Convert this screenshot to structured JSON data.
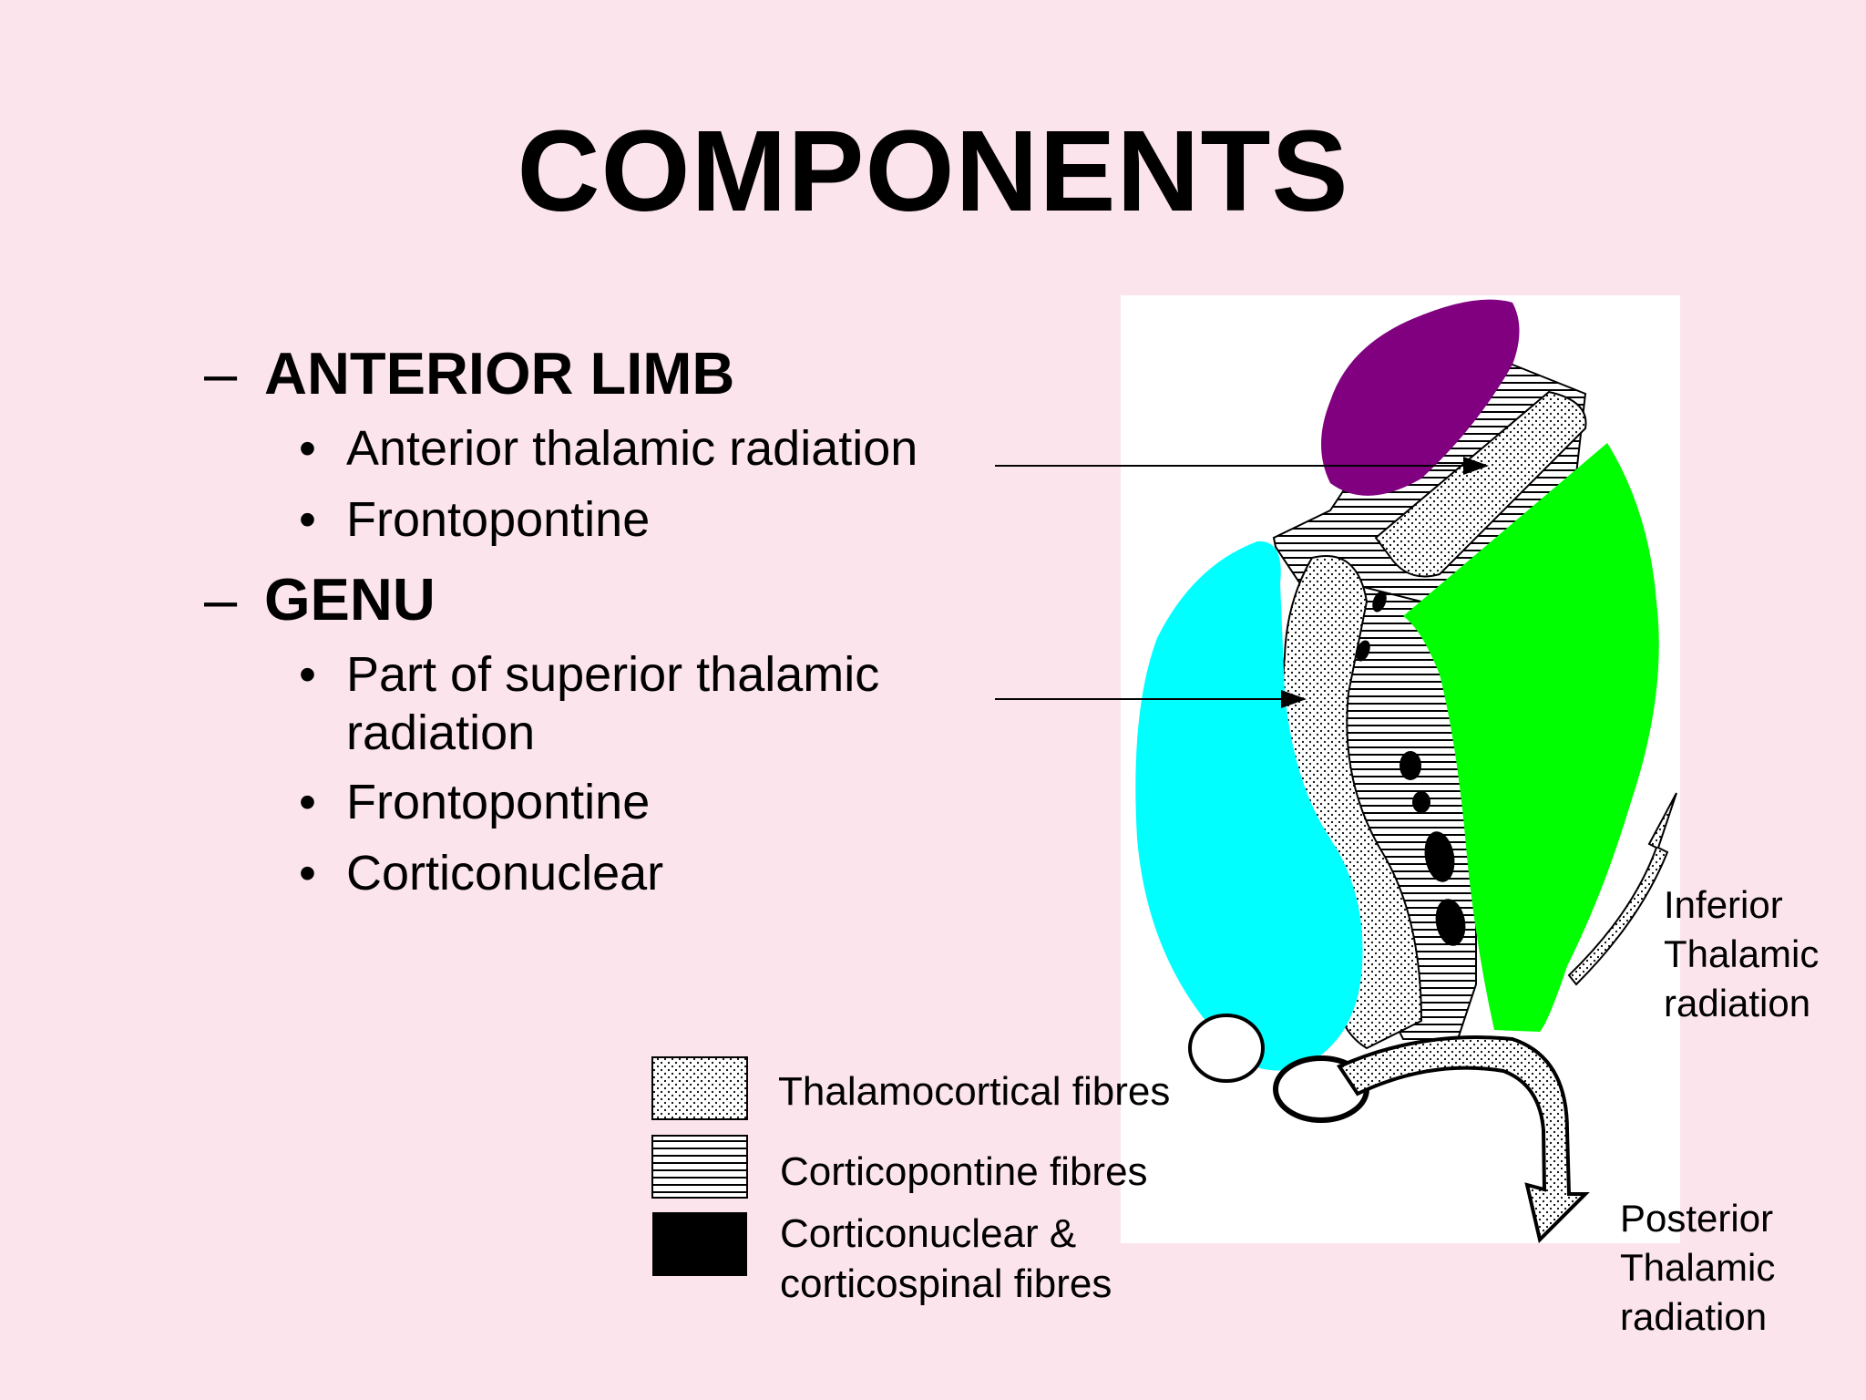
{
  "slide": {
    "title": "COMPONENTS",
    "sections": [
      {
        "dash": "–",
        "heading": "ANTERIOR LIMB",
        "bullets": [
          "Anterior thalamic radiation",
          "Frontopontine"
        ]
      },
      {
        "dash": "–",
        "heading": "GENU",
        "bullets": [
          "Part of superior thalamic",
          "radiation",
          "Frontopontine",
          "Corticonuclear"
        ]
      }
    ],
    "bullet_glyph": "•"
  },
  "diagram": {
    "labels": {
      "inferior": [
        "Inferior",
        "Thalamic",
        "radiation"
      ],
      "posterior": [
        "Posterior",
        "Thalamic",
        "radiation"
      ]
    },
    "legend": [
      {
        "pattern": "dots",
        "text": [
          "Thalamocortical fibres"
        ]
      },
      {
        "pattern": "lines",
        "text": [
          "Corticopontine fibres"
        ]
      },
      {
        "pattern": "solid",
        "text": [
          "Corticonuclear &",
          "corticospinal fibres"
        ]
      }
    ],
    "colors": {
      "purple": "#800080",
      "cyan": "#00ffff",
      "green": "#00ff00",
      "background": "#fce4ec"
    }
  }
}
